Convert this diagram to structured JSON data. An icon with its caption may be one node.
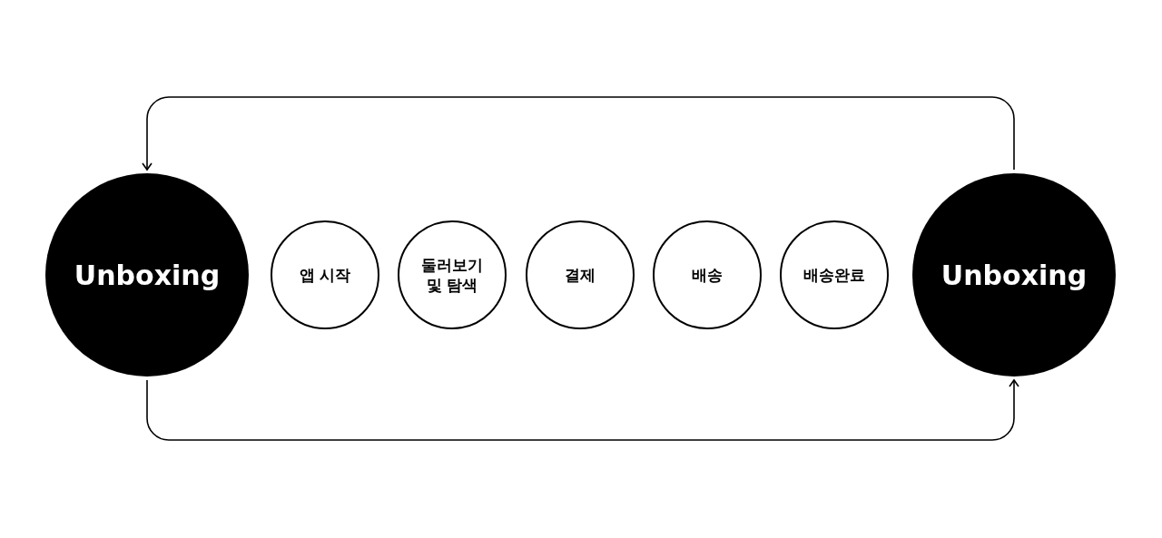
{
  "diagram": {
    "nodes": [
      {
        "text": [
          "Unboxing"
        ]
      },
      {
        "text": [
          "앱 시작"
        ]
      },
      {
        "text": [
          "둘러보기 및 탐색"
        ]
      },
      {
        "text": [
          "결제"
        ]
      },
      {
        "text": [
          "배송"
        ]
      },
      {
        "text": [
          "배송완료"
        ]
      },
      {
        "text": [
          "Unboxing"
        ]
      }
    ],
    "edges": [
      {
        "from": 6,
        "to": 0,
        "arrow": "to"
      },
      {
        "from": 0,
        "to": 6,
        "arrow": "to"
      }
    ]
  }
}
